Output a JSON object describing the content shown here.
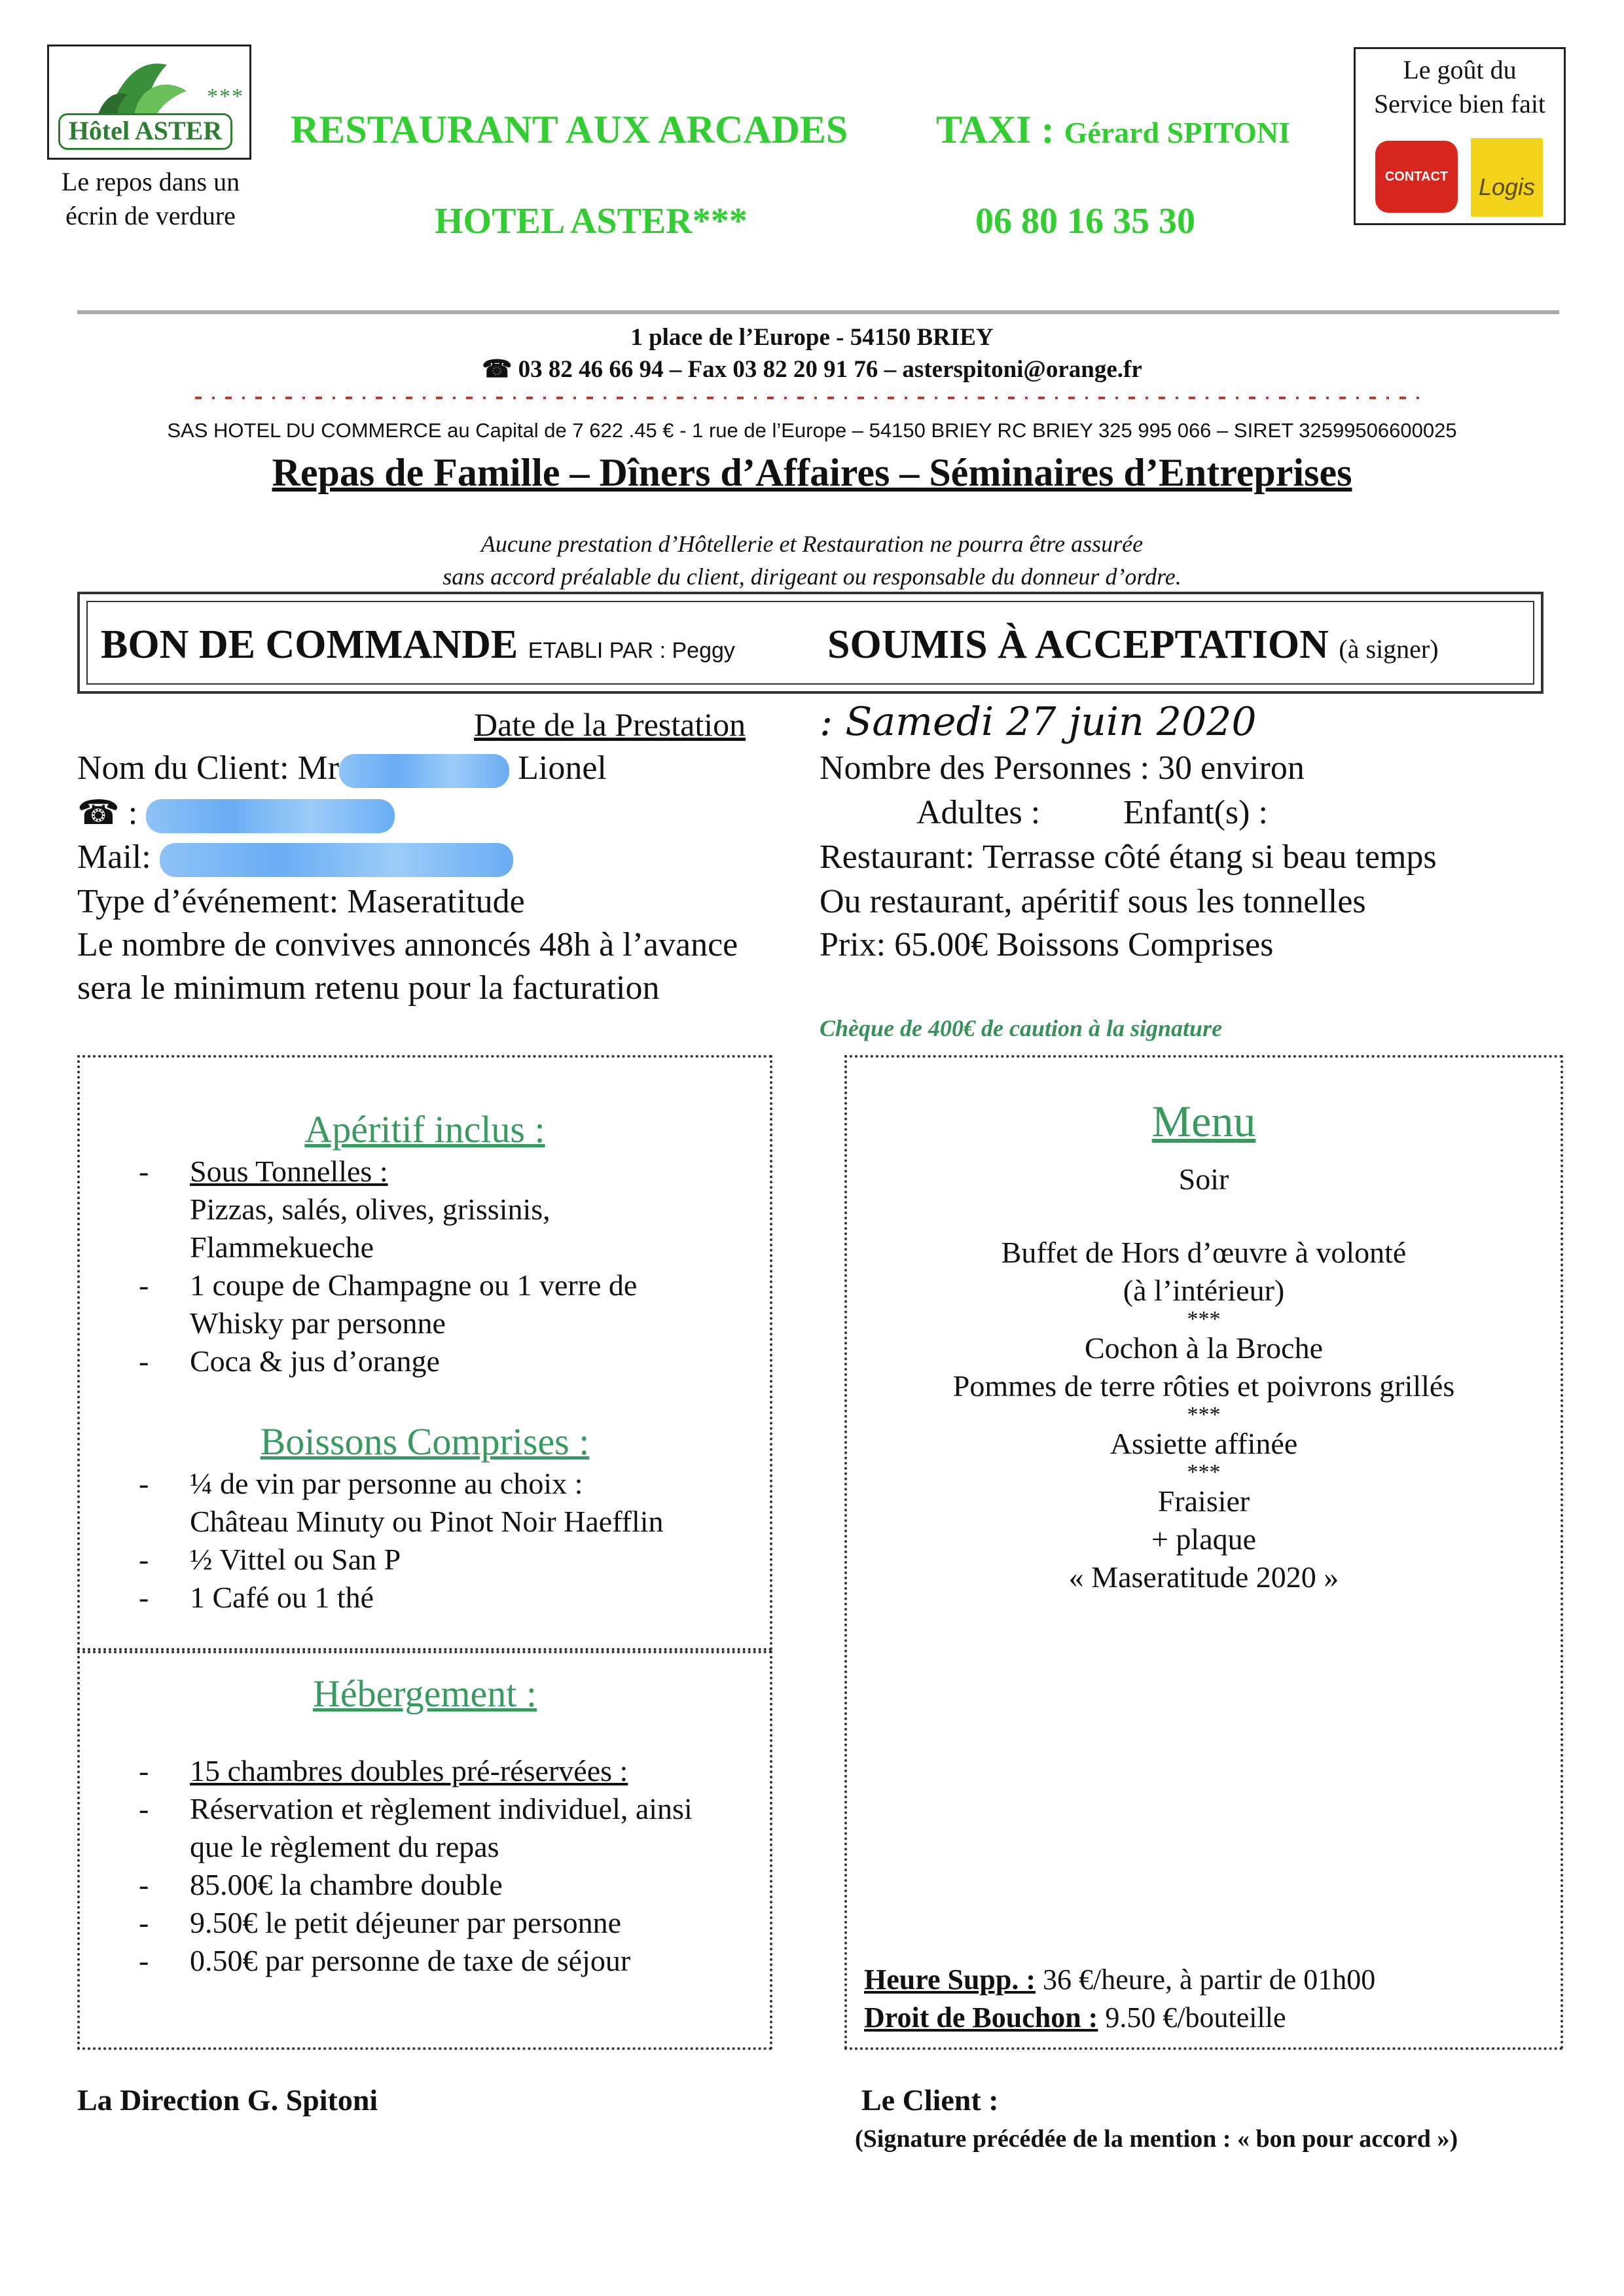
{
  "header": {
    "logo_text": "Hôtel ASTER",
    "logo_stars": "***",
    "logo_tagline_1": "Le repos dans un",
    "logo_tagline_2": "écrin de verdure",
    "restaurant": "RESTAURANT AUX ARCADES",
    "taxi_label": "TAXI :",
    "taxi_name": "Gérard SPITONI",
    "hotel": "HOTEL ASTER***",
    "taxi_phone": "06 80 16 35 30",
    "promo_1": "Le goût du",
    "promo_2": "Service bien fait",
    "contact_logo": "CONTACT HOTEL",
    "logis_logo": "Logis"
  },
  "address": {
    "line1": "1 place de l’Europe - 54150 BRIEY",
    "line2": "☎ 03 82 46 66 94 – Fax 03 82 20 91 76 – asterspitoni@orange.fr",
    "legal": "SAS HOTEL DU COMMERCE au Capital de 7 622 .45 € - 1 rue de l’Europe – 54150 BRIEY RC BRIEY 325 995 066 – SIRET 32599506600025"
  },
  "tagline": "Repas de Famille – Dîners d’Affaires – Séminaires d’Entreprises",
  "notice": {
    "line1": "Aucune prestation d’Hôtellerie et Restauration ne pourra être assurée",
    "line2": "sans accord préalable du client, dirigeant ou responsable du donneur d’ordre."
  },
  "bon": {
    "title": "BON DE COMMANDE",
    "etabli": "ETABLI PAR : Peggy",
    "soumis": "SOUMIS À ACCEPTATION",
    "signer": "(à signer)"
  },
  "client": {
    "date_label": "Date de la Prestation",
    "date_value": ": Samedi 27 juin 2020",
    "name_label": "Nom du Client: Mr",
    "name_suffix": "Lionel",
    "phone_label": "☎ :",
    "mail_label": "Mail:",
    "event": "Type d’événement: Maseratitude",
    "convives_1": "Le nombre de convives annoncés 48h à l’avance",
    "convives_2": "sera le minimum retenu pour la facturation",
    "persons": "Nombre des Personnes : 30 environ",
    "adults": "Adultes :",
    "children": "Enfant(s) :",
    "restaurant": "Restaurant: Terrasse côté étang si beau temps",
    "ou_restaurant": "Ou restaurant, apéritif sous les tonnelles",
    "price": "Prix: 65.00€ Boissons Comprises",
    "caution": "Chèque de 400€ de caution à la signature"
  },
  "aperitif": {
    "title": "Apéritif inclus :",
    "items": [
      {
        "dash": "-",
        "lines": [
          "Sous Tonnelles :",
          "Pizzas, salés, olives, grissinis,",
          "Flammekueche"
        ]
      },
      {
        "dash": "-",
        "lines": [
          "1 coupe de Champagne ou 1 verre de",
          "Whisky par personne"
        ]
      },
      {
        "dash": "-",
        "lines": [
          "Coca & jus d’orange"
        ]
      }
    ]
  },
  "boissons": {
    "title": "Boissons Comprises :",
    "items": [
      {
        "dash": "-",
        "lines": [
          "¼ de vin par personne au choix :",
          "Château Minuty ou Pinot Noir Haefflin"
        ]
      },
      {
        "dash": "-",
        "lines": [
          "½ Vittel ou San P"
        ]
      },
      {
        "dash": "-",
        "lines": [
          "1 Café ou 1 thé"
        ]
      }
    ]
  },
  "hebergement": {
    "title": "Hébergement :",
    "items": [
      {
        "dash": "-",
        "lines": [
          "15 chambres doubles pré-réservées :"
        ]
      },
      {
        "dash": "-",
        "lines": [
          "Réservation et règlement individuel, ainsi",
          "que le règlement du repas"
        ]
      },
      {
        "dash": "-",
        "lines": [
          "85.00€ la chambre double"
        ]
      },
      {
        "dash": "-",
        "lines": [
          "9.50€ le petit déjeuner par personne"
        ]
      },
      {
        "dash": "-",
        "lines": [
          "0.50€ par personne de taxe de séjour"
        ]
      }
    ]
  },
  "menu": {
    "title": "Menu",
    "soir": "Soir",
    "buffet_1": "Buffet de Hors d’œuvre à volonté",
    "buffet_2": "(à l’intérieur)",
    "stars": "***",
    "cochon": "Cochon à la Broche",
    "pommes": "Pommes de terre rôties et poivrons grillés",
    "assiette": "Assiette affinée",
    "fraisier": "Fraisier",
    "plaque": "+ plaque",
    "maseratitude": "«  Maseratitude 2020 »",
    "heure_label": "Heure Supp. :",
    "heure_value": " 36 €/heure, à partir de 01h00",
    "bouchon_label": "Droit de Bouchon :",
    "bouchon_value": " 9.50 €/bouteille"
  },
  "footer": {
    "direction": "La Direction G. Spitoni",
    "client": "Le Client :",
    "note": "(Signature précédée de la mention : « bon pour accord »)"
  }
}
